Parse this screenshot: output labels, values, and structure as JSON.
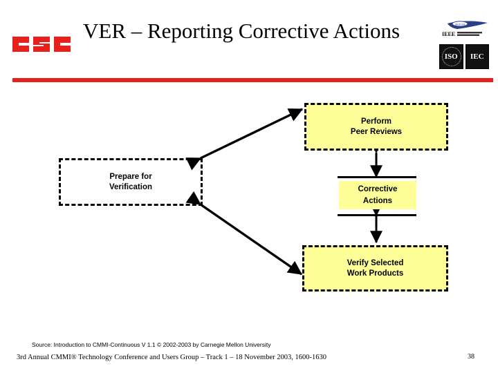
{
  "slide": {
    "title": "VER – Reporting Corrective Actions",
    "page_number": "38",
    "accent_color": "#e8201c",
    "box_fill_color": "#ffff99"
  },
  "branding": {
    "company_logo_text": "CSC",
    "company_logo_color": "#e8201c",
    "standards_logos": [
      {
        "name": "ieee-logo",
        "label": "IEEE"
      },
      {
        "name": "iso-logo",
        "label": "ISO"
      },
      {
        "name": "iec-logo",
        "label": "IEC"
      }
    ]
  },
  "diagram": {
    "nodes": [
      {
        "id": "prepare-for-verification",
        "label_line1": "Prepare for",
        "label_line2": "Verification",
        "style": "dashed-outline",
        "fill": "none"
      },
      {
        "id": "perform-peer-reviews",
        "label_line1": "Perform",
        "label_line2": "Peer Reviews",
        "style": "dashed-outline",
        "fill": "#ffff99"
      },
      {
        "id": "corrective-actions",
        "label_line1": "Corrective",
        "label_line2": "Actions",
        "style": "horizontal-rules",
        "fill": "#ffff99"
      },
      {
        "id": "verify-selected-work-products",
        "label_line1": "Verify Selected",
        "label_line2": "Work Products",
        "style": "dashed-outline",
        "fill": "#ffff99"
      }
    ],
    "connectors": [
      {
        "from": "prepare-for-verification",
        "to": "perform-peer-reviews",
        "type": "double-headed-diagonal"
      },
      {
        "from": "prepare-for-verification",
        "to": "verify-selected-work-products",
        "type": "double-headed-diagonal"
      },
      {
        "from": "perform-peer-reviews",
        "to": "corrective-actions",
        "type": "double-headed-vertical"
      },
      {
        "from": "corrective-actions",
        "to": "verify-selected-work-products",
        "type": "double-headed-vertical"
      }
    ]
  },
  "footer": {
    "source_line": "Source: Introduction to CMMI-Continuous V 1.1 © 2002-2003 by Carnegie Mellon University",
    "conference_line": "3rd Annual CMMI® Technology Conference and Users Group – Track 1 – 18 November 2003, 1600-1630"
  }
}
